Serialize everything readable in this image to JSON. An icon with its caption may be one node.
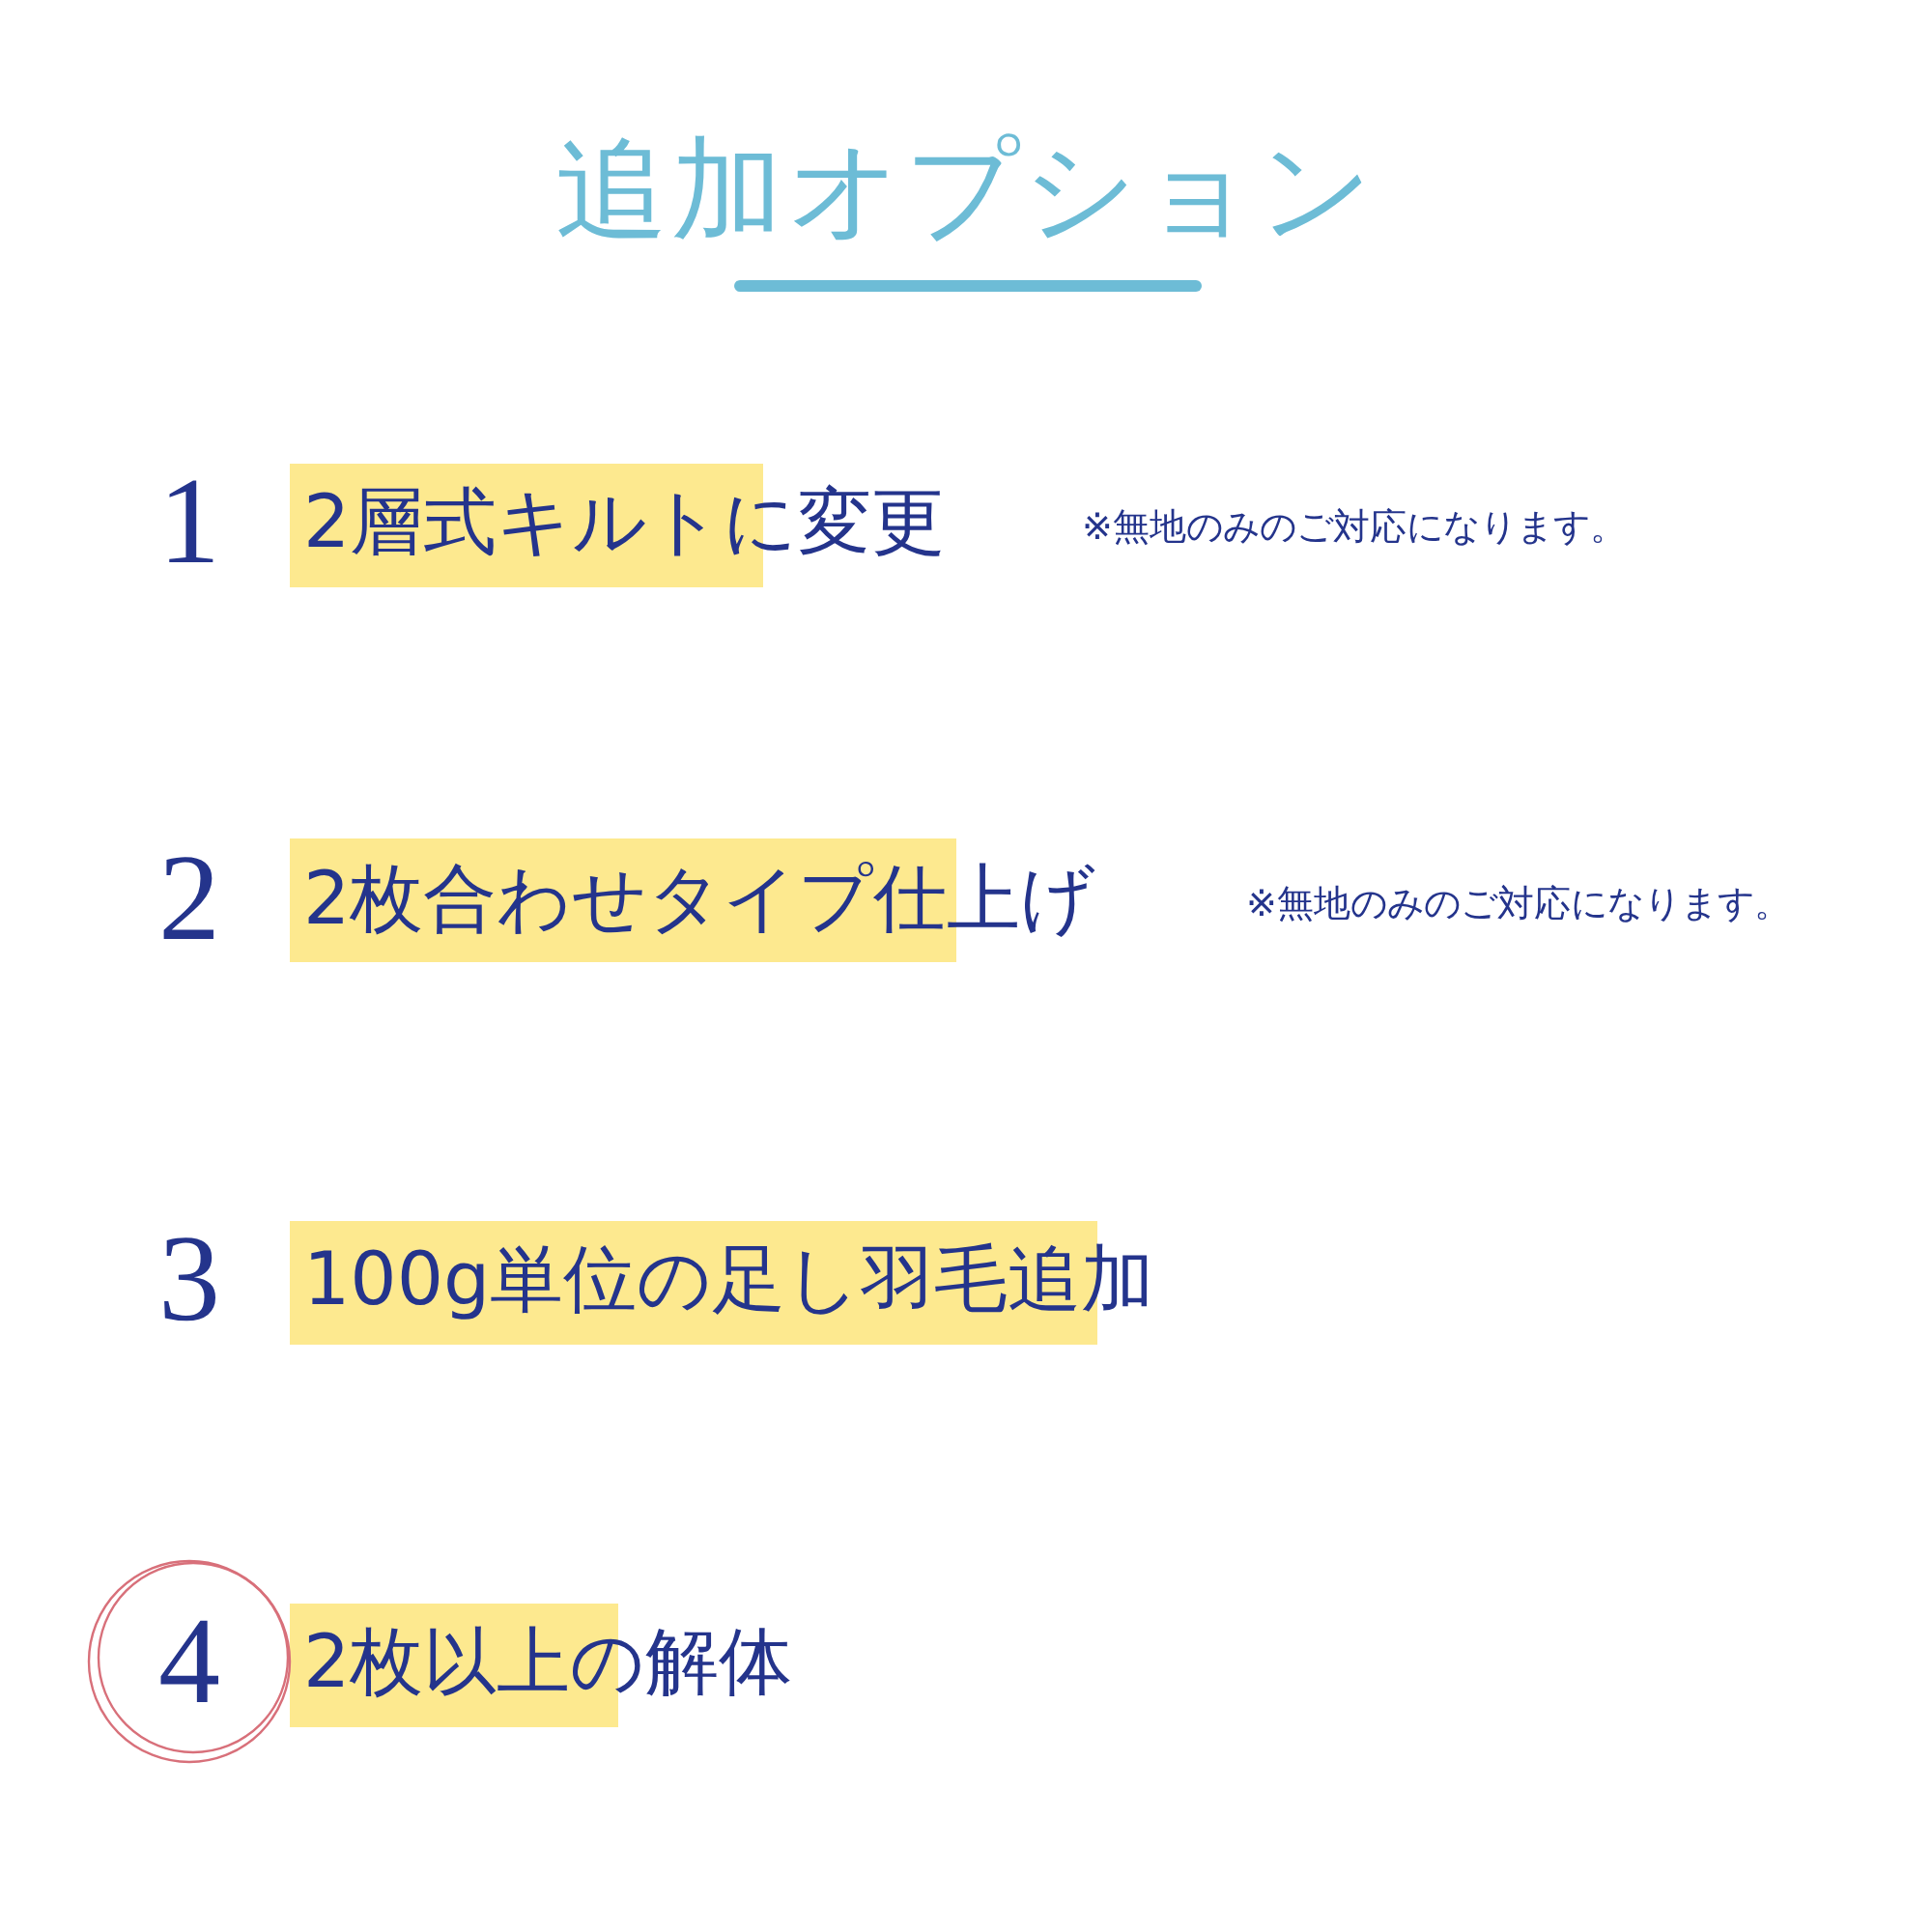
{
  "diagram": {
    "title": "追加オプション",
    "nodes": [
      {
        "text": [
          "4"
        ]
      }
    ],
    "labels": [
      "1",
      "2層式キルトに変更",
      "※無地のみのご対応になります。",
      "2",
      "2枚合わせタイプ仕上げ",
      "※無地のみのご対応になります。",
      "3",
      "100g単位の足し羽毛追加",
      "2枚以上の解体"
    ]
  }
}
